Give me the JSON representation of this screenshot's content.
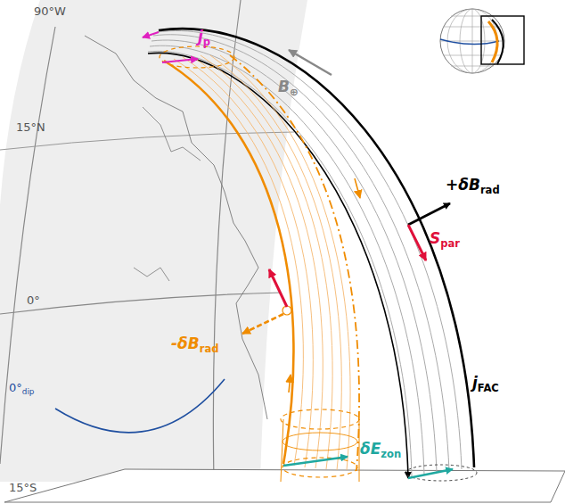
{
  "diagram": {
    "labels": [
      "90°W",
      "15°N",
      "0°",
      "0°dip",
      "15°S",
      "jp",
      "B⊕",
      "+δBrad",
      "Spar",
      "-δBrad",
      "jFAC",
      "δEzon"
    ]
  }
}
